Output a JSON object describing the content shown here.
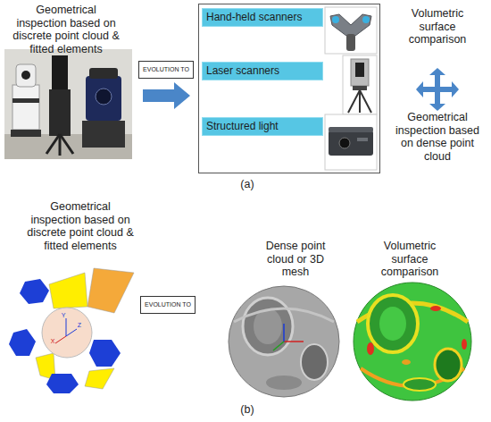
{
  "diagram": {
    "nodes": [
      {
        "text": [
          "EVOLUTION TO"
        ]
      },
      {
        "text": []
      },
      {
        "text": [
          "Hand-held scanners"
        ],
        "in": 1
      },
      {
        "text": [
          "Laser scanners"
        ],
        "in": 1
      },
      {
        "text": [
          "Structured light"
        ],
        "in": 1
      },
      {
        "text": [
          "EVOLUTION TO"
        ]
      }
    ],
    "labels": [
      "Geometrical inspection based on discrete point cloud & fitted elements",
      "Volumetric surface comparison",
      "Geometrical inspection based on dense point cloud",
      "(a)",
      "Geometrical inspection based on discrete point cloud & fitted elements",
      "Y",
      "Z",
      "X",
      "Dense point cloud or 3D mesh",
      "Volumetric surface comparison",
      "(b)"
    ]
  }
}
